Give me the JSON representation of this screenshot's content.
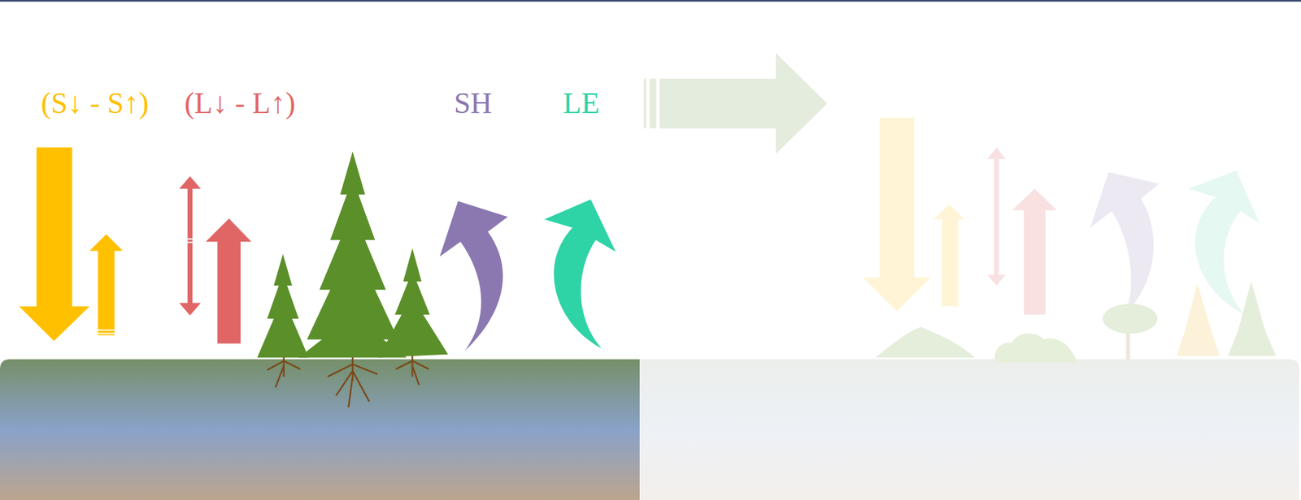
{
  "diagram": {
    "labels": [
      "(S↓ - S↑)",
      "(L↓ - L↑)",
      "SH",
      "LE"
    ]
  }
}
